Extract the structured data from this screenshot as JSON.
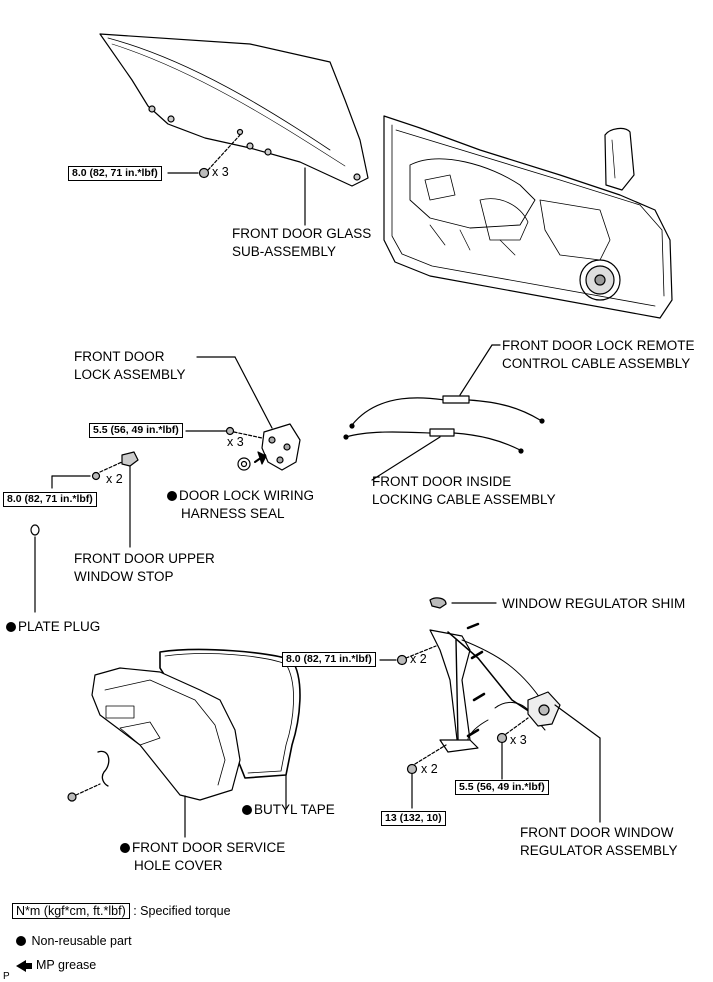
{
  "labels": {
    "glass": [
      "FRONT DOOR GLASS",
      "SUB-ASSEMBLY"
    ],
    "lock_assembly": [
      "FRONT DOOR",
      "LOCK ASSEMBLY"
    ],
    "remote_cable": [
      "FRONT DOOR LOCK REMOTE",
      "CONTROL CABLE ASSEMBLY"
    ],
    "inside_cable": [
      "FRONT DOOR INSIDE",
      "LOCKING CABLE ASSEMBLY"
    ],
    "harness_seal": [
      "DOOR LOCK WIRING",
      "HARNESS SEAL"
    ],
    "upper_stop": [
      "FRONT DOOR UPPER",
      "WINDOW STOP"
    ],
    "plate_plug": "PLATE PLUG",
    "regulator_shim": "WINDOW REGULATOR SHIM",
    "butyl_tape": "BUTYL TAPE",
    "service_cover": [
      "FRONT DOOR SERVICE",
      "HOLE COVER"
    ],
    "regulator_assembly": [
      "FRONT DOOR WINDOW",
      "REGULATOR ASSEMBLY"
    ]
  },
  "torques": {
    "glass": "8.0 (82, 71 in.*lbf)",
    "lock": "5.5 (56, 49 in.*lbf)",
    "stop": "8.0 (82, 71 in.*lbf)",
    "reg_upper": "8.0 (82, 71 in.*lbf)",
    "reg_right": "5.5 (56, 49 in.*lbf)",
    "reg_lower": "13 (132, 10)"
  },
  "quantities": {
    "glass": "x 3",
    "lock": "x 3",
    "stop": "x 2",
    "reg_upper": "x 2",
    "reg_right": "x 3",
    "reg_lower": "x 2"
  },
  "legend": {
    "torque_unit": "N*m (kgf*cm, ft.*lbf)",
    "torque_desc": ": Specified torque",
    "nonreusable": "Non-reusable part",
    "grease": "MP grease"
  },
  "corner_mark": "P"
}
